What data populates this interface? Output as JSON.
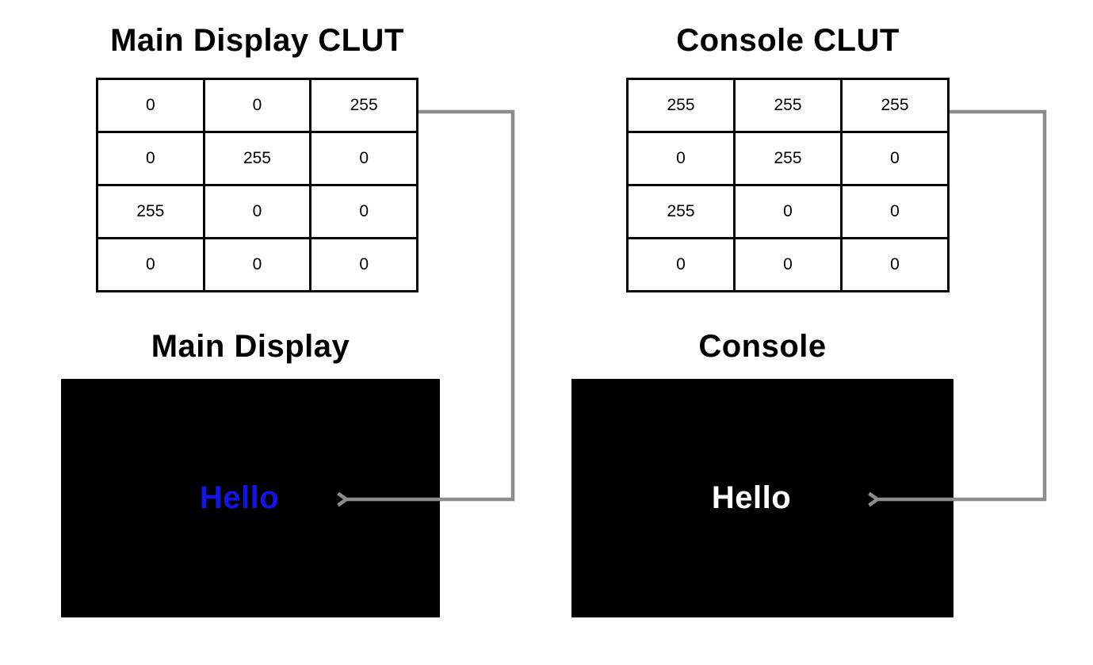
{
  "diagram": {
    "background": "#ffffff",
    "arrow_color": "#8c8c8c",
    "border_color": "#000000",
    "screen_background": "#000000"
  },
  "main_display": {
    "clut_title": "Main Display CLUT",
    "clut_rows": [
      [
        "0",
        "0",
        "255"
      ],
      [
        "0",
        "255",
        "0"
      ],
      [
        "255",
        "0",
        "0"
      ],
      [
        "0",
        "0",
        "0"
      ]
    ],
    "screen_title": "Main Display",
    "screen_text": "Hello",
    "screen_text_color": "#1414e6"
  },
  "console": {
    "clut_title": "Console CLUT",
    "clut_rows": [
      [
        "255",
        "255",
        "255"
      ],
      [
        "0",
        "255",
        "0"
      ],
      [
        "255",
        "0",
        "0"
      ],
      [
        "0",
        "0",
        "0"
      ]
    ],
    "screen_title": "Console",
    "screen_text": "Hello",
    "screen_text_color": "#ffffff"
  }
}
